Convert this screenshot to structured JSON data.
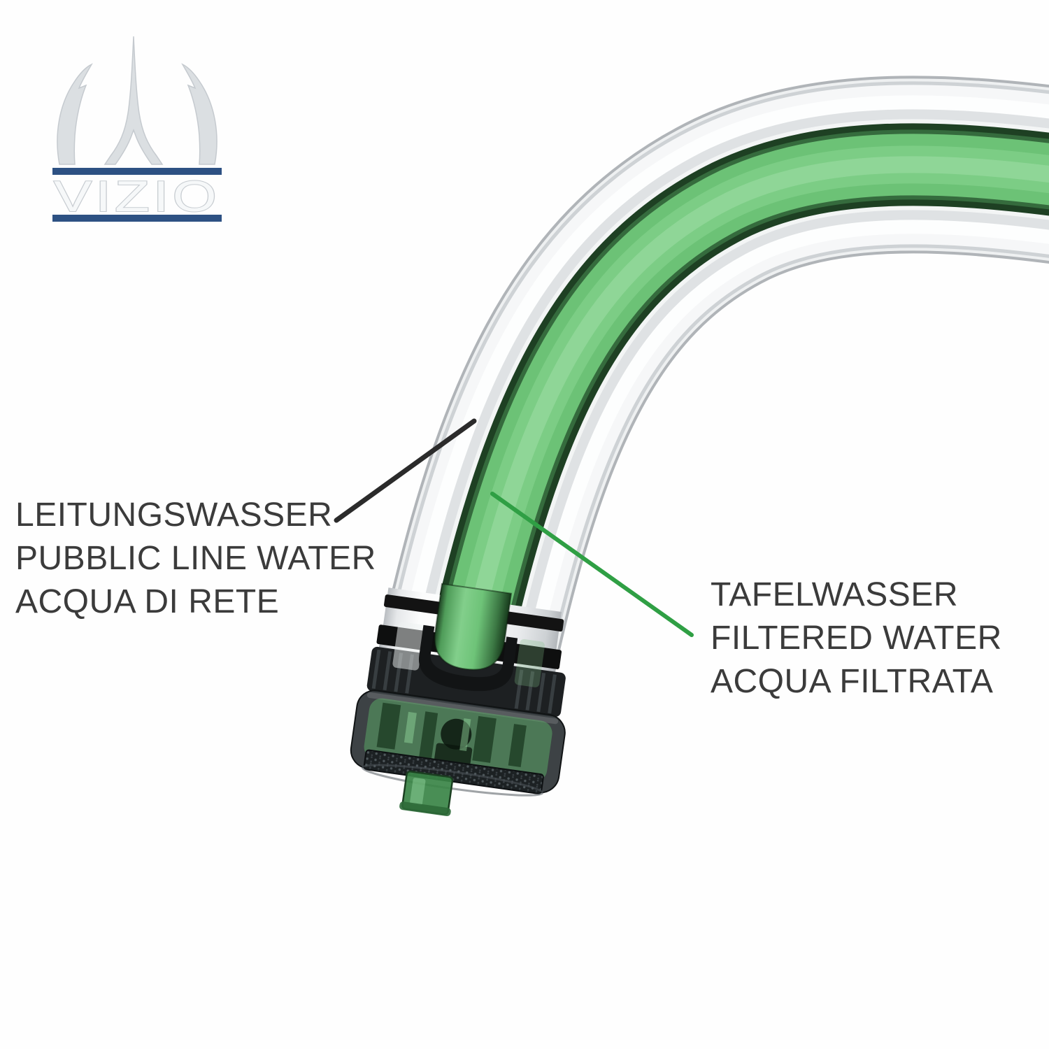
{
  "logo": {
    "brand": "VIZIO",
    "glyph": "trident-crown-icon"
  },
  "diagram": {
    "subject": "faucet-spout-cutaway",
    "labels": {
      "tap_water": {
        "lines": [
          "LEITUNGSWASSER",
          "PUBBLIC LINE WATER",
          "ACQUA DI RETE"
        ]
      },
      "filtered_water": {
        "lines": [
          "TAFELWASSER",
          "FILTERED WATER",
          "ACQUA FILTRATA"
        ]
      }
    },
    "colors": {
      "filtered_water_green": "#6cc276",
      "dark_green_edge": "#1e4023",
      "leader_green": "#2f9f44",
      "leader_black": "#2b2b2b",
      "label_text": "#3b3b3b",
      "logo_blue": "#2d5183",
      "logo_gray": "#dbdfe2",
      "tube_edge_gray": "#b0b4b8"
    }
  }
}
